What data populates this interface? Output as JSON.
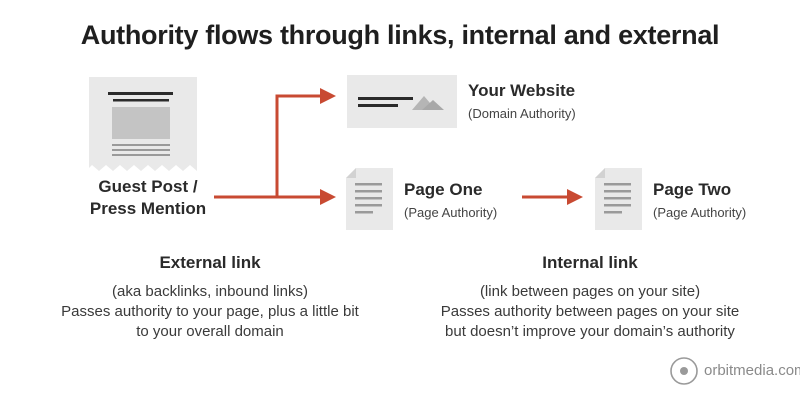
{
  "title": "Authority flows through links, internal and external",
  "colors": {
    "arrow": "#c84a32",
    "doc_fill": "#e9e9e9",
    "doc_lines": "#9a9a9a",
    "dark_lines": "#2b2b2b"
  },
  "source": {
    "label_line1": "Guest Post /",
    "label_line2": "Press Mention",
    "icon": "newspaper-icon"
  },
  "website": {
    "title": "Your Website",
    "subtitle": "(Domain Authority)",
    "icon": "website-icon"
  },
  "page_one": {
    "title": "Page One",
    "subtitle": "(Page Authority)",
    "icon": "document-icon"
  },
  "page_two": {
    "title": "Page Two",
    "subtitle": "(Page Authority)",
    "icon": "document-icon"
  },
  "external": {
    "heading": "External link",
    "line1": "(aka backlinks, inbound links)",
    "line2": "Passes authority to your page, plus a little bit",
    "line3": "to your overall domain"
  },
  "internal": {
    "heading": "Internal link",
    "line1": "(link between pages on your site)",
    "line2": "Passes authority between pages on your site",
    "line3": "but doesn’t improve your domain’s authority"
  },
  "brand": {
    "text": "orbitmedia.com",
    "icon": "orbit-logo-icon"
  }
}
